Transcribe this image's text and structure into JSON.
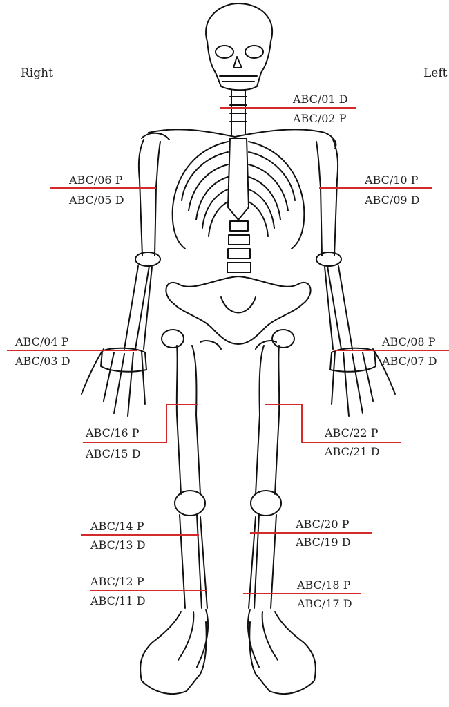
{
  "sides": {
    "right": "Right",
    "left": "Left"
  },
  "line_color": "#d42a2a",
  "labels": {
    "neck_upper": "ABC/01  D",
    "neck_lower": "ABC/02  P",
    "r_humerus_upper": "ABC/06  P",
    "r_humerus_lower": "ABC/05  D",
    "l_humerus_upper": "ABC/10  P",
    "l_humerus_lower": "ABC/09  D",
    "r_wrist_upper": "ABC/04  P",
    "r_wrist_lower": "ABC/03  D",
    "l_wrist_upper": "ABC/08  P",
    "l_wrist_lower": "ABC/07  D",
    "r_femur_upper": "ABC/16  P",
    "r_femur_lower": "ABC/15  D",
    "l_femur_upper": "ABC/22  P",
    "l_femur_lower": "ABC/21  D",
    "r_tibia_upper": "ABC/14  P",
    "r_tibia_lower": "ABC/13  D",
    "l_tibia_upper": "ABC/20  P",
    "l_tibia_lower": "ABC/19  D",
    "r_ankle_upper": "ABC/12  P",
    "r_ankle_lower": "ABC/11  D",
    "l_ankle_upper": "ABC/18  P",
    "l_ankle_lower": "ABC/17  D"
  }
}
